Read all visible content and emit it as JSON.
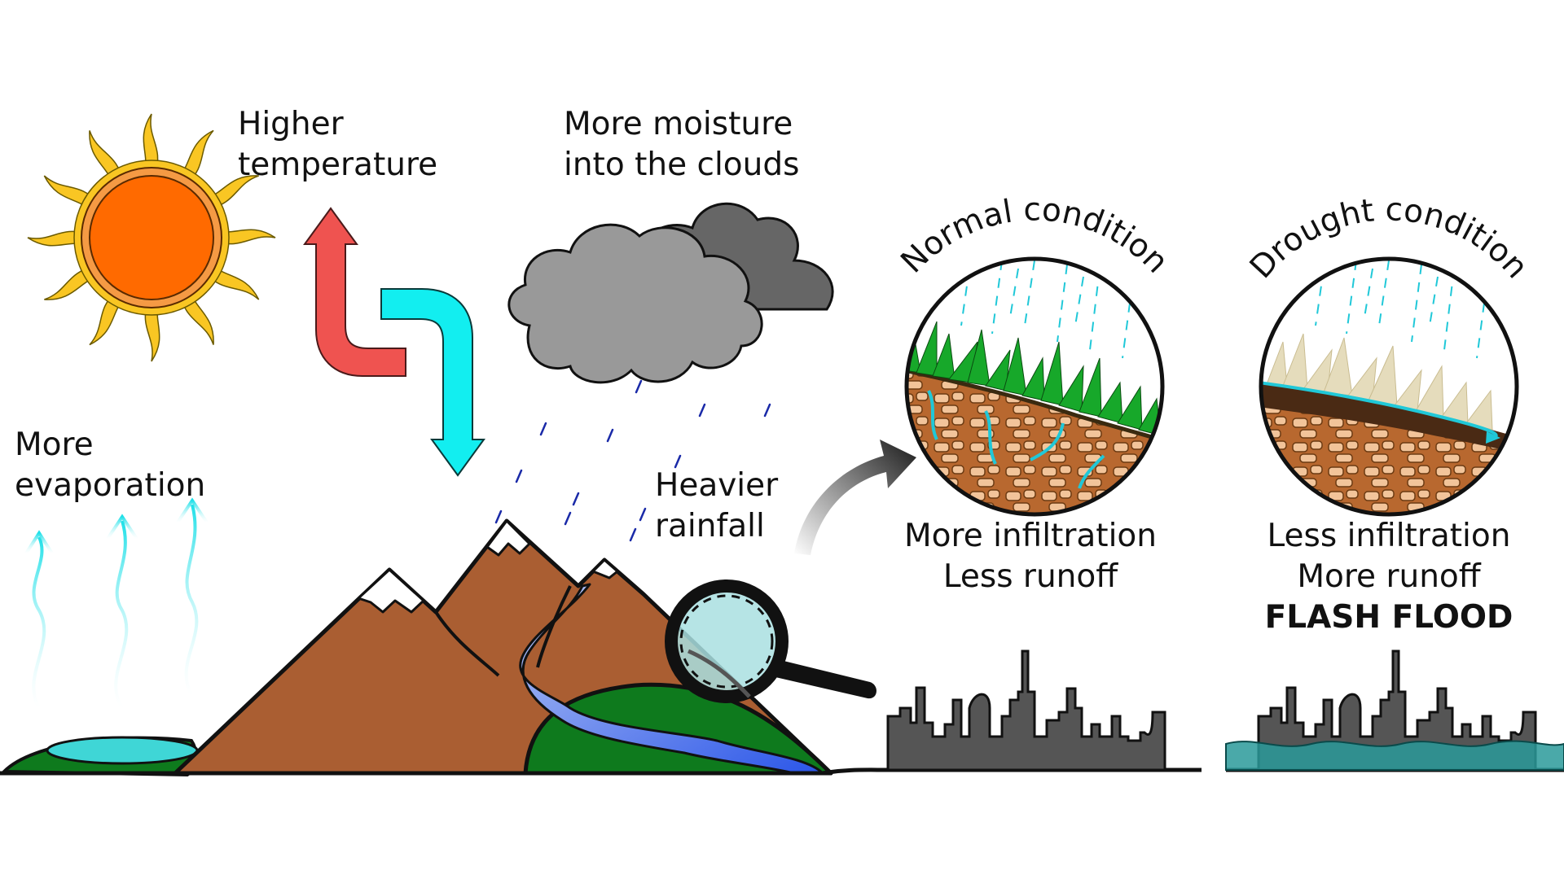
{
  "labels": {
    "higher_temperature": [
      "Higher",
      "temperature"
    ],
    "more_moisture": [
      "More moisture",
      "into the clouds"
    ],
    "more_evaporation": [
      "More",
      "evaporation"
    ],
    "heavier_rainfall": [
      "Heavier",
      "rainfall"
    ],
    "normal_condition": "Normal condition",
    "drought_condition": "Drought condition",
    "normal_effects": [
      "More infiltration",
      "Less runoff"
    ],
    "drought_effects": [
      "Less infiltration",
      "More runoff"
    ],
    "flash_flood": "FLASH FLOOD"
  },
  "colors": {
    "sun_core": "#ff6a00",
    "sun_rays": "#f9c623",
    "warm_arrow": "#ef5350",
    "cool_arrow": "#12eef0",
    "cloud": "#999999",
    "mountain": "#aa5e32",
    "grass": "#0e7a1d",
    "river": "#3f6ef0",
    "lake": "#3fd6d6",
    "rain": "#1a2aa8",
    "city": "#555555",
    "flood_water": "#2a9a9a",
    "soil": "#b8682f",
    "dry_grass": "#e5dcbc"
  },
  "icons": [
    "sun-icon",
    "cloud-icon",
    "magnifier-icon",
    "mountain-icon",
    "city-skyline-icon"
  ]
}
